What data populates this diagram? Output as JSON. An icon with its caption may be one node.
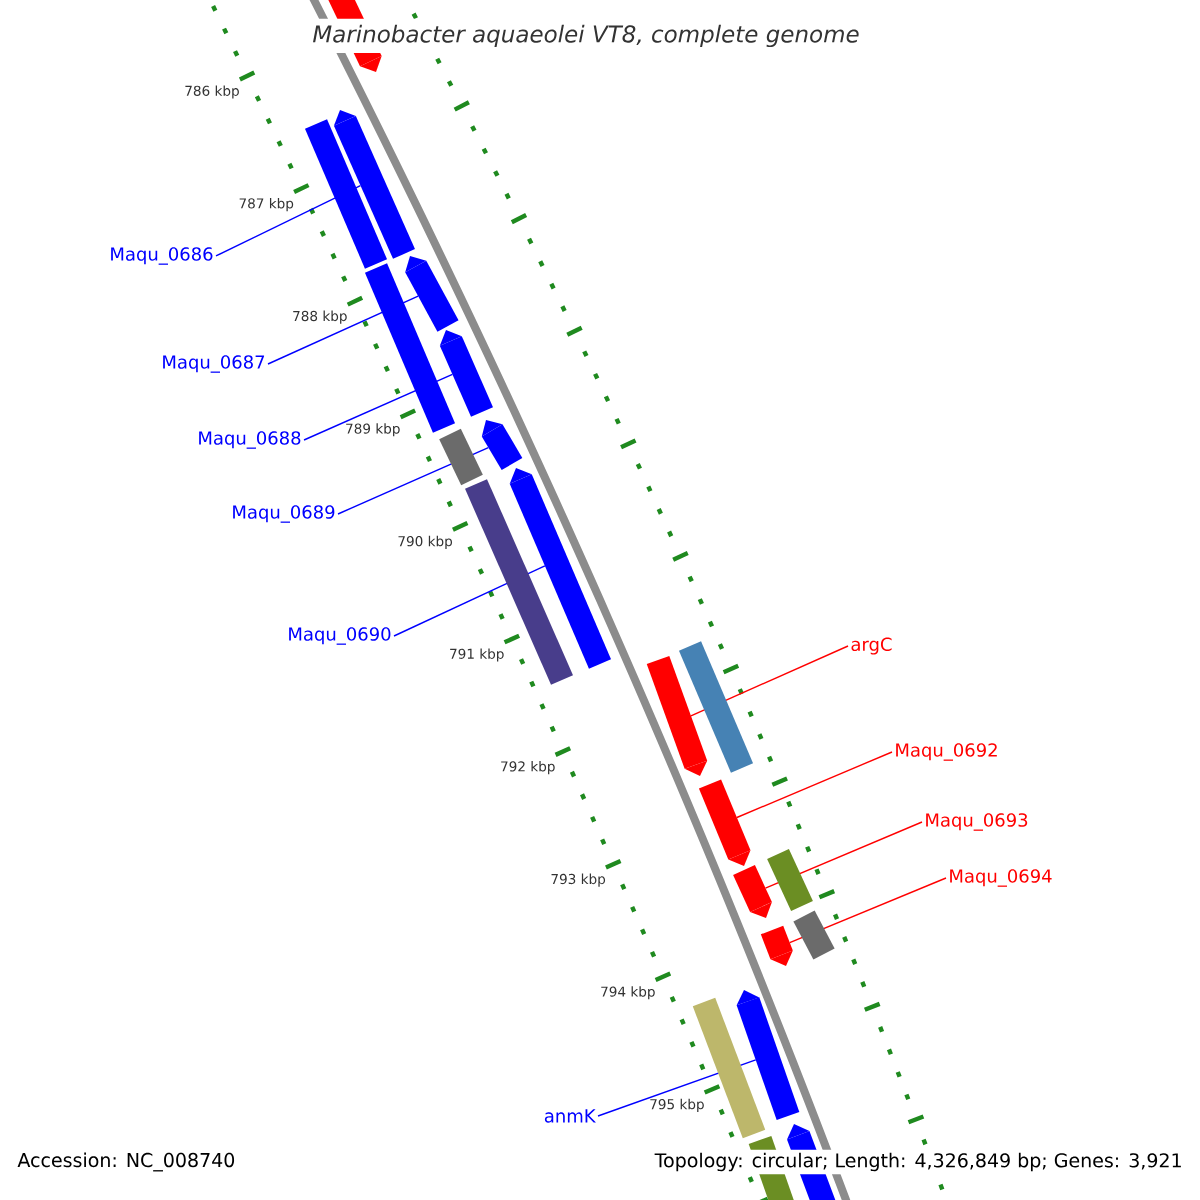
{
  "diagram": {
    "title": "Marinobacter aquaeolei VT8, complete genome",
    "nodes": [
      {
        "text": [
          "Maqu_0686"
        ]
      },
      {
        "text": [],
        "shape": "arrow"
      },
      {
        "text": [
          "Maqu_0687"
        ]
      },
      {
        "text": [],
        "shape": "arrow"
      },
      {
        "text": [
          "Maqu_0688"
        ]
      },
      {
        "text": [],
        "shape": "arrow"
      },
      {
        "text": [
          "Maqu_0689"
        ]
      },
      {
        "text": [],
        "shape": "arrow"
      },
      {
        "text": [
          "Maqu_0690"
        ]
      },
      {
        "text": [],
        "shape": "arrow"
      },
      {
        "text": [
          "argC"
        ]
      },
      {
        "text": [],
        "shape": "arrow"
      },
      {
        "text": [
          "Maqu_0692"
        ]
      },
      {
        "text": [],
        "shape": "arrow"
      },
      {
        "text": [
          "Maqu_0693"
        ]
      },
      {
        "text": [],
        "shape": "arrow"
      },
      {
        "text": [
          "Maqu_0694"
        ]
      },
      {
        "text": [],
        "shape": "arrow"
      },
      {
        "text": [
          "anmK"
        ]
      },
      {
        "text": [],
        "shape": "arrow"
      },
      {
        "text": [],
        "shape": "arrow"
      },
      {
        "text": [],
        "shape": "bar"
      },
      {
        "text": [],
        "shape": "bar"
      },
      {
        "text": [],
        "shape": "bar"
      },
      {
        "text": [],
        "shape": "bar"
      },
      {
        "text": [],
        "shape": "bar"
      },
      {
        "text": [],
        "shape": "bar"
      },
      {
        "text": [],
        "shape": "bar"
      },
      {
        "text": [],
        "shape": "bar"
      },
      {
        "text": [],
        "shape": "bar"
      },
      {
        "text": [],
        "shape": "arrow"
      }
    ],
    "edges": [
      {
        "from": 0,
        "to": 1,
        "arrow": "none"
      },
      {
        "from": 2,
        "to": 3,
        "arrow": "none"
      },
      {
        "from": 4,
        "to": 5,
        "arrow": "none"
      },
      {
        "from": 6,
        "to": 7,
        "arrow": "none"
      },
      {
        "from": 8,
        "to": 9,
        "arrow": "none"
      },
      {
        "from": 10,
        "to": 11,
        "arrow": "none",
        "color": "#ff0000"
      },
      {
        "from": 12,
        "to": 13,
        "arrow": "none",
        "color": "#ff0000"
      },
      {
        "from": 14,
        "to": 15,
        "arrow": "none",
        "color": "#ff0000"
      },
      {
        "from": 16,
        "to": 17,
        "arrow": "none",
        "color": "#ff0000"
      },
      {
        "from": 18,
        "to": 19,
        "arrow": "none"
      }
    ],
    "labels": [
      "786 kbp",
      "787 kbp",
      "788 kbp",
      "789 kbp",
      "790 kbp",
      "791 kbp",
      "792 kbp",
      "793 kbp",
      "794 kbp",
      "795 kbp",
      "Accession: NC_008740",
      "Topology: circular; Length: 4,326,849 bp; Genes: 3,921"
    ]
  }
}
